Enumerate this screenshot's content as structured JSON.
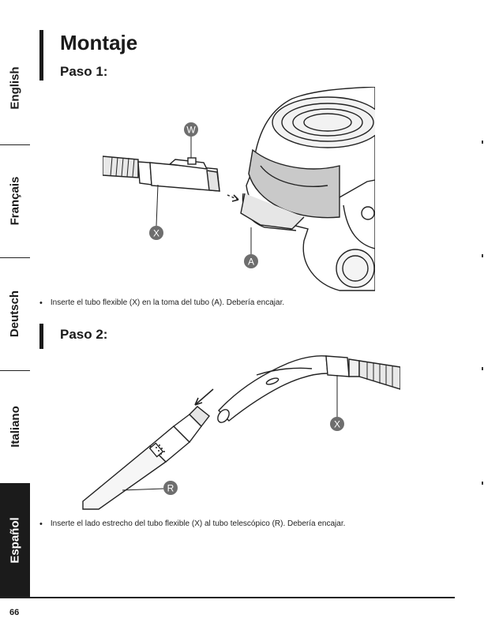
{
  "languages": [
    "English",
    "Français",
    "Deutsch",
    "Italiano",
    "Español"
  ],
  "active_language": "Español",
  "page": {
    "title": "Montaje",
    "number": "66"
  },
  "steps": [
    {
      "heading": "Paso 1:",
      "text": "Inserte el tubo flexible (X) en la toma del tubo (A). Debería encajar.",
      "callouts": [
        "W",
        "X",
        "A"
      ]
    },
    {
      "heading": "Paso 2:",
      "text": "Inserte el lado estrecho del tubo flexible (X) al tubo telescópico (R). Debería encajar.",
      "callouts": [
        "X",
        "R"
      ]
    }
  ],
  "colors": {
    "tab_active": "#1b1b1b",
    "callout_bg": "#6e6e6e"
  }
}
